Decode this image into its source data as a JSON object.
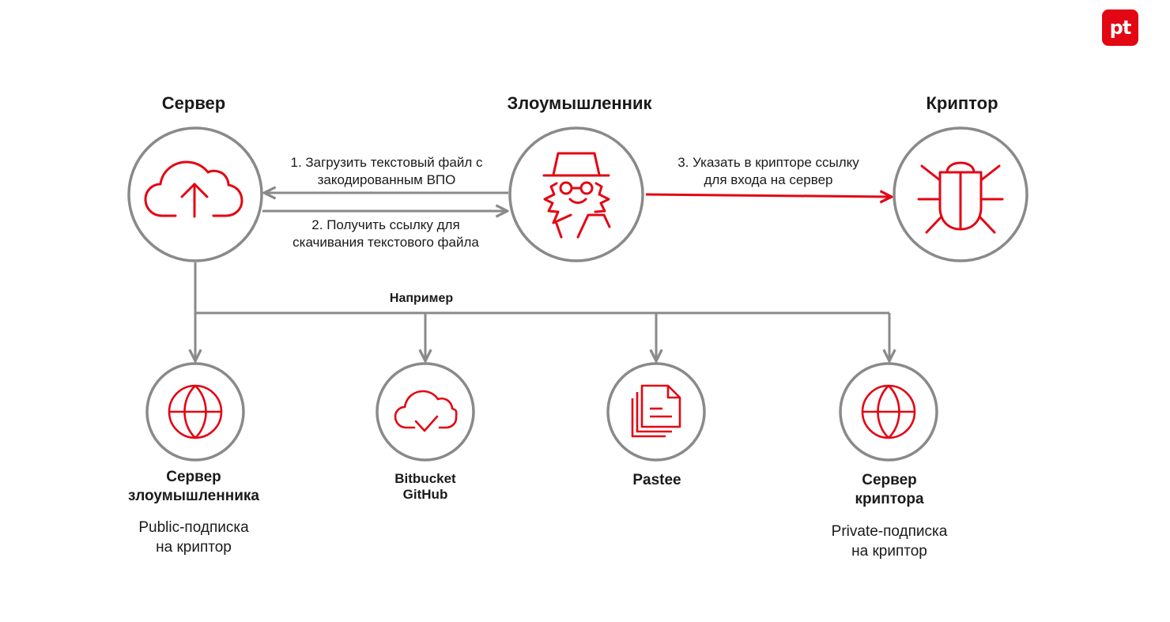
{
  "logo": {
    "text": "pt"
  },
  "nodes": {
    "server": {
      "title": "Сервер"
    },
    "attacker": {
      "title": "Злоумышленник"
    },
    "cryptor": {
      "title": "Криптор"
    }
  },
  "arrows": {
    "step1": {
      "line1": "1. Загрузить текстовый файл с",
      "line2": "закодированным ВПО"
    },
    "step2": {
      "line1": "2. Получить ссылку для",
      "line2": "скачивания текстового файла"
    },
    "step3": {
      "line1": "3. Указать в крипторе ссылку",
      "line2": "для входа на сервер"
    }
  },
  "branch": {
    "label": "Например"
  },
  "examples": [
    {
      "name_line1": "Сервер",
      "name_line2": "злоумышленника",
      "note_line1": "Public-подписка",
      "note_line2": "на криптор"
    },
    {
      "name_line1": "Bitbucket",
      "name_line2": "GitHub"
    },
    {
      "name_line1": "Pastee"
    },
    {
      "name_line1": "Сервер",
      "name_line2": "криптора",
      "note_line1": "Private-подписка",
      "note_line2": "на криптор"
    }
  ],
  "colors": {
    "accent": "#e30613",
    "circle": "#8a8a8a",
    "line": "#8a8a8a",
    "text": "#1a1a1a"
  }
}
